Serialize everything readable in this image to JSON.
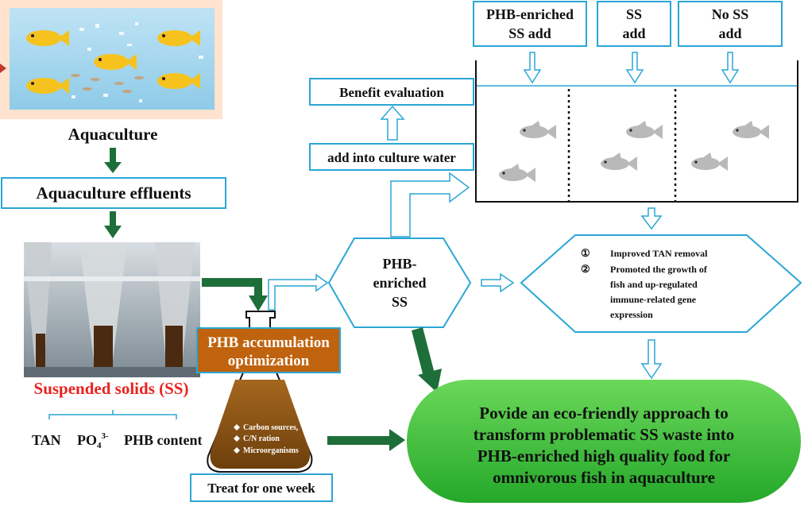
{
  "aquaculture": {
    "label": "Aquaculture"
  },
  "effluents": {
    "label": "Aquaculture effluents"
  },
  "suspended_solids": {
    "label": "Suspended solids (SS)"
  },
  "ss_components": {
    "tan": "TAN",
    "po4": "PO",
    "po4_sub": "4",
    "po4_sup": "3-",
    "phb": "PHB content"
  },
  "phb_opt": {
    "line1": "PHB accumulation",
    "line2": "optimization"
  },
  "flask_notes": [
    "Carbon sources,",
    "C/N ration",
    "Microorganisms"
  ],
  "treat": {
    "label": "Treat for one week"
  },
  "phb_ss": {
    "line1": "PHB-",
    "line2": "enriched",
    "line3": "SS"
  },
  "add_water": {
    "label": "add into culture water"
  },
  "benefit": {
    "label": "Benefit evaluation"
  },
  "tank_labels": [
    {
      "line1": "PHB-enriched",
      "line2": "SS add"
    },
    {
      "line1": "SS",
      "line2": "add"
    },
    {
      "line1": "No SS",
      "line2": "add"
    }
  ],
  "results": {
    "n1": "①",
    "item1": "Improved TAN removal",
    "n2": "②",
    "item2a": "Promoted the growth of",
    "item2b": "fish and up-regulated",
    "item2c": "immune-related gene",
    "item2d": "expression"
  },
  "conclusion": {
    "line1": "Povide an eco-friendly approach to",
    "line2": "transform problematic SS waste into",
    "line3": "PHB-enriched high quality food for",
    "line4": "omnivorous fish in aquaculture"
  },
  "colors": {
    "box_border": "#2aa6d6",
    "dark_arrow": "#1e6e3a",
    "ss_red": "#e8231f",
    "phb_box": "#c0630e",
    "green_pill": "#3cc33b"
  }
}
